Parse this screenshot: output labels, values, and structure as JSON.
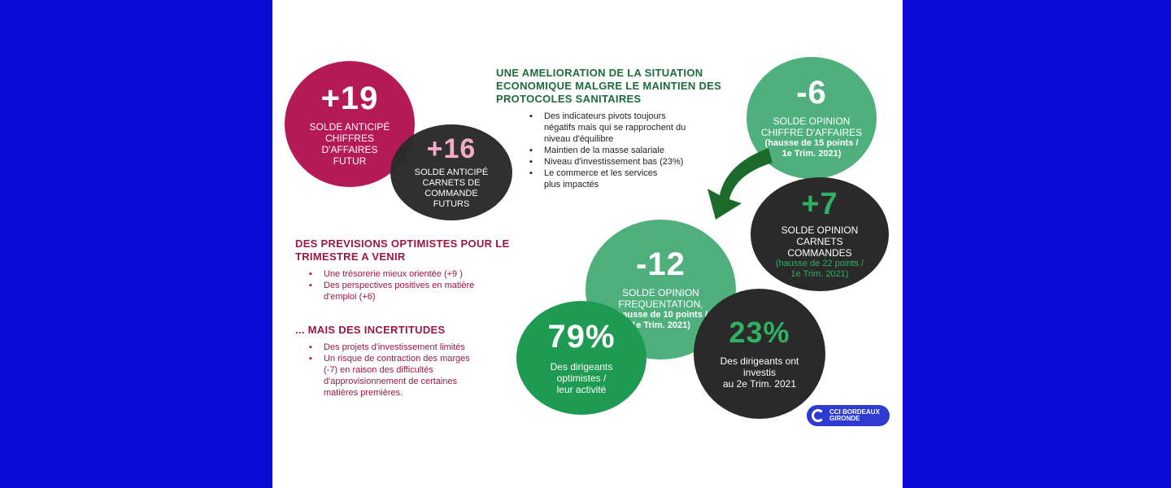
{
  "circles": {
    "plus19": {
      "value": "+19",
      "label": "SOLDE ANTICIPÉ\nCHIFFRES\nD'AFFAIRES\nFUTUR"
    },
    "plus16": {
      "value": "+16",
      "label": "SOLDE ANTICIPÉ\nCARNETS DE\nCOMMANDE\nFUTURS"
    },
    "minus6": {
      "value": "-6",
      "label": "SOLDE OPINION\nCHIFFRE D'AFFAIRES",
      "sub": "(hausse de 15 points /\n1e Trim. 2021)"
    },
    "plus7": {
      "value": "+7",
      "label": "SOLDE OPINION\nCARNETS\nCOMMANDES",
      "sub": "(hausse de 22 points /\n1e Trim. 2021)"
    },
    "minus12": {
      "value": "-12",
      "label": "SOLDE OPINION\nFREQUENTATION,",
      "sub": "(hausse de 10 points /\n1e Trim. 2021)"
    },
    "pct79": {
      "value": "79%",
      "label": "Des dirigeants\noptimistes /\nleur activité"
    },
    "pct23": {
      "value": "23%",
      "label": "Des dirigeants ont\ninvestis\nau 2e Trim. 2021"
    }
  },
  "section1": {
    "heading": "UNE AMELIORATION DE LA SITUATION\nECONOMIQUE MALGRE LE MAINTIEN DES\nPROTOCOLES SANITAIRES",
    "bullets": [
      "Des indicateurs pivots toujours\nnégatifs mais qui se rapprochent du\nniveau d'équilibre",
      "Maintien de la masse salariale",
      "Niveau d'investissement bas (23%)",
      "Le commerce et les services\nplus impactés"
    ]
  },
  "section2": {
    "heading": "DES PREVISIONS OPTIMISTES POUR LE\nTRIMESTRE A VENIR",
    "bullets": [
      "Une trésorerie mieux orientée (+9 )",
      "Des perspectives positives en matière\nd'emploi (+6)"
    ]
  },
  "section3": {
    "heading": "... MAIS DES INCERTITUDES",
    "bullets": [
      "Des projets d'investissement limités",
      "Un risque de contraction des marges\n(-7) en raison des difficultés\nd'approvisionnement de certaines\nmatières premières."
    ]
  },
  "logo": {
    "text": "CCI BORDEAUX\nGIRONDE"
  },
  "colors": {
    "pink": "#b31a56",
    "dark": "#2a2a2a",
    "green": "#4fb07e",
    "deep_green": "#1f9a52",
    "background": "#0a0ad6"
  }
}
